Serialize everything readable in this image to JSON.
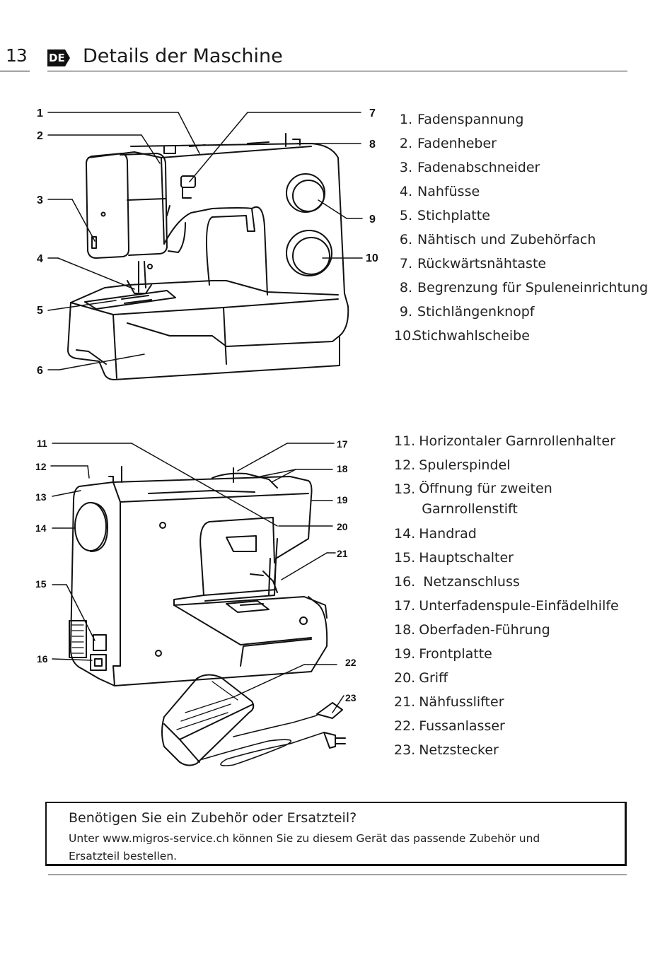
{
  "header": {
    "page_number": "13",
    "language_badge": "DE",
    "title": "Details der Maschine"
  },
  "diagram_front": {
    "callouts": [
      "1",
      "2",
      "3",
      "4",
      "5",
      "6",
      "7",
      "8",
      "9",
      "10"
    ]
  },
  "diagram_back": {
    "callouts": [
      "11",
      "12",
      "13",
      "14",
      "15",
      "16",
      "17",
      "18",
      "19",
      "20",
      "21",
      "22",
      "23"
    ]
  },
  "parts_front": [
    {
      "num": "1.",
      "label": "Fadenspannung"
    },
    {
      "num": "2.",
      "label": "Fadenheber"
    },
    {
      "num": "3.",
      "label": "Fadenabschneider"
    },
    {
      "num": "4.",
      "label": "Nahfüsse"
    },
    {
      "num": "5.",
      "label": "Stichplatte"
    },
    {
      "num": "6.",
      "label": "Nähtisch und Zubehörfach"
    },
    {
      "num": "7.",
      "label": "Rückwärtsnähtaste"
    },
    {
      "num": "8.",
      "label": "Begrenzung für Spuleneinrichtung"
    },
    {
      "num": "9.",
      "label": "Stichlängenknopf"
    },
    {
      "num": "10.",
      "label": "Stichwahlscheibe"
    }
  ],
  "parts_back": [
    {
      "num": "11.",
      "label": "Horizontaler Garnrollenhalter"
    },
    {
      "num": "12.",
      "label": "Spulerspindel"
    },
    {
      "num": "13.",
      "label": "Öffnung für zweiten",
      "label2": "Garnrollenstift"
    },
    {
      "num": "14.",
      "label": "Handrad"
    },
    {
      "num": "15.",
      "label": "Hauptschalter"
    },
    {
      "num": "16.",
      "label": " Netzanschluss"
    },
    {
      "num": "17.",
      "label": "Unterfadenspule-Einfädelhilfe"
    },
    {
      "num": "18.",
      "label": "Oberfaden-Führung"
    },
    {
      "num": "19.",
      "label": "Frontplatte"
    },
    {
      "num": "20.",
      "label": "Griff"
    },
    {
      "num": "21.",
      "label": "Nähfusslifter"
    },
    {
      "num": "22.",
      "label": "Fussanlasser"
    },
    {
      "num": "23.",
      "label": "Netzstecker"
    }
  ],
  "info_box": {
    "title": "Benötigen Sie ein Zubehör oder Ersatzteil?",
    "body": "Unter www.migros-service.ch können Sie zu diesem Gerät das passende Zubehör und Ersatzteil bestellen."
  }
}
